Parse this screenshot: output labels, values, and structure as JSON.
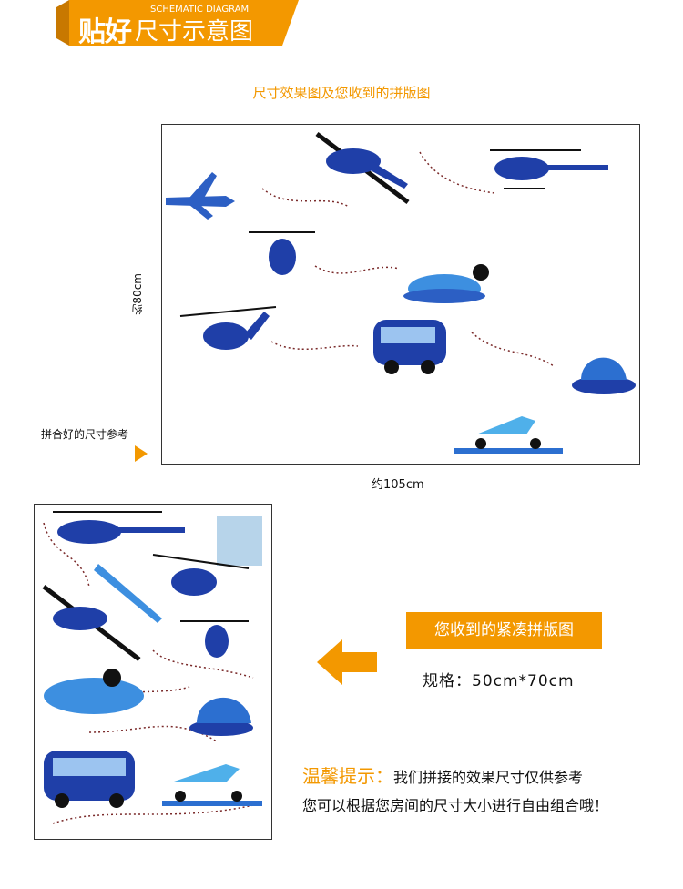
{
  "header": {
    "title_bold": "贴好",
    "title_rest": "尺寸示意图",
    "title_en": "SCHEMATIC DIAGRAM"
  },
  "subtitle": "尺寸效果图及您收到的拼版图",
  "assembled": {
    "height_label": "约80cm",
    "width_label": "约105cm",
    "reference_label": "拼合好的尺寸参考"
  },
  "received": {
    "label": "您收到的紧凑拼版图",
    "spec": "规格：50cm*70cm"
  },
  "tips": {
    "heading": "温馨提示：",
    "line1": "我们拼接的效果尺寸仅供参考",
    "line2": "您可以根据您房间的尺寸大小进行自由组合哦！"
  },
  "colors": {
    "accent": "#f39800",
    "vehicle_blue": "#1f3fa8",
    "light_blue": "#3d8fe0"
  }
}
